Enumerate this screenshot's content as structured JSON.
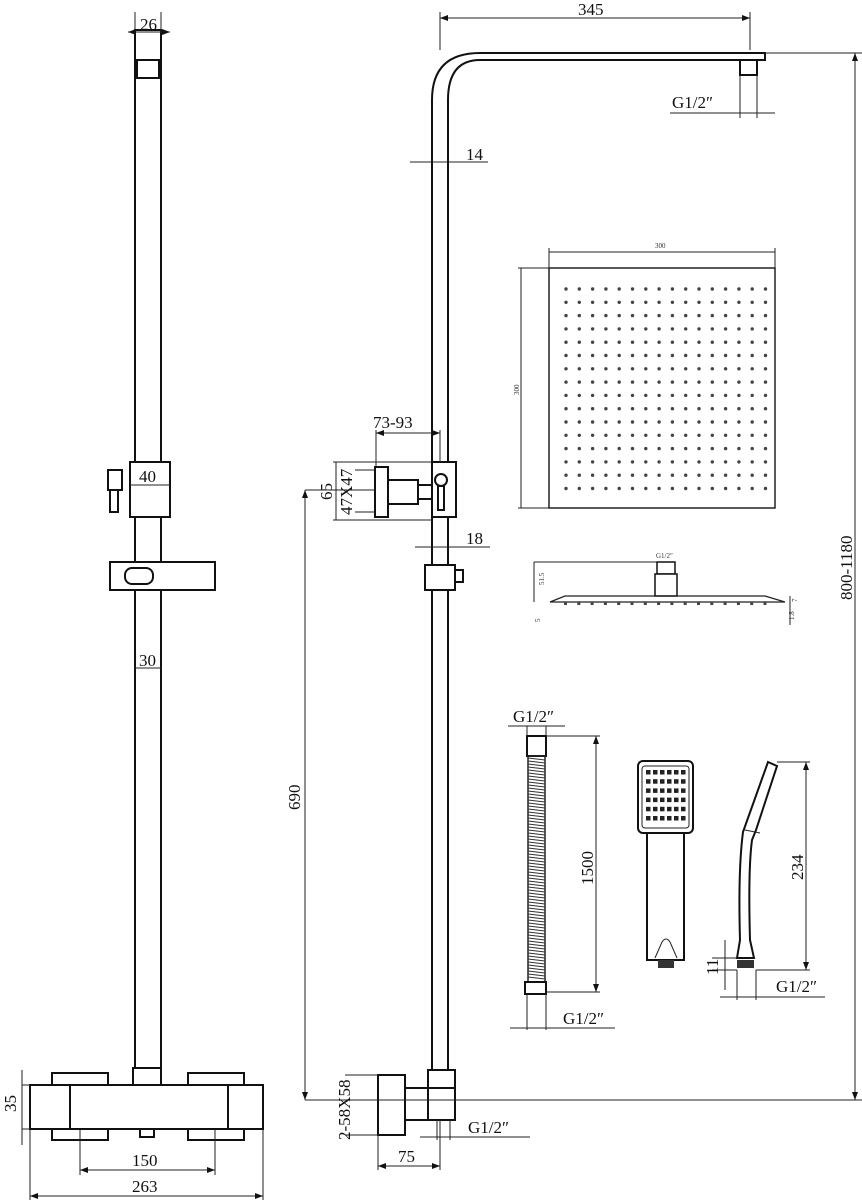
{
  "left_view": {
    "top_width": "26",
    "bracket_width": "40",
    "rail_width": "30",
    "valve_height": "35",
    "valve_centres": "150",
    "valve_width": "263"
  },
  "side_view": {
    "arm_length": "345",
    "arm_thread": "G1/2″",
    "rail_offset": "14",
    "bracket_depth": "73-93",
    "bracket_height": "65",
    "bracket_plate": "47X47",
    "rail_dia": "18",
    "bracket_height_from_valve": "690",
    "overall_height": "800-1180",
    "wall_flange": "2-58X58",
    "inlet_thread": "G1/2″",
    "inlet_projection": "75"
  },
  "shower_head": {
    "width": "300",
    "depth": "300",
    "thread": "G1/2″",
    "height": "51.5",
    "plate": "5",
    "edge": "7",
    "thin": "1.8",
    "nozzle_grid": 16
  },
  "hose": {
    "top_thread": "G1/2″",
    "length": "1500",
    "bottom_thread": "G1/2″"
  },
  "handset": {
    "length": "234",
    "connector": "11",
    "thread": "G1/2″",
    "nozzle_grid": 6
  }
}
